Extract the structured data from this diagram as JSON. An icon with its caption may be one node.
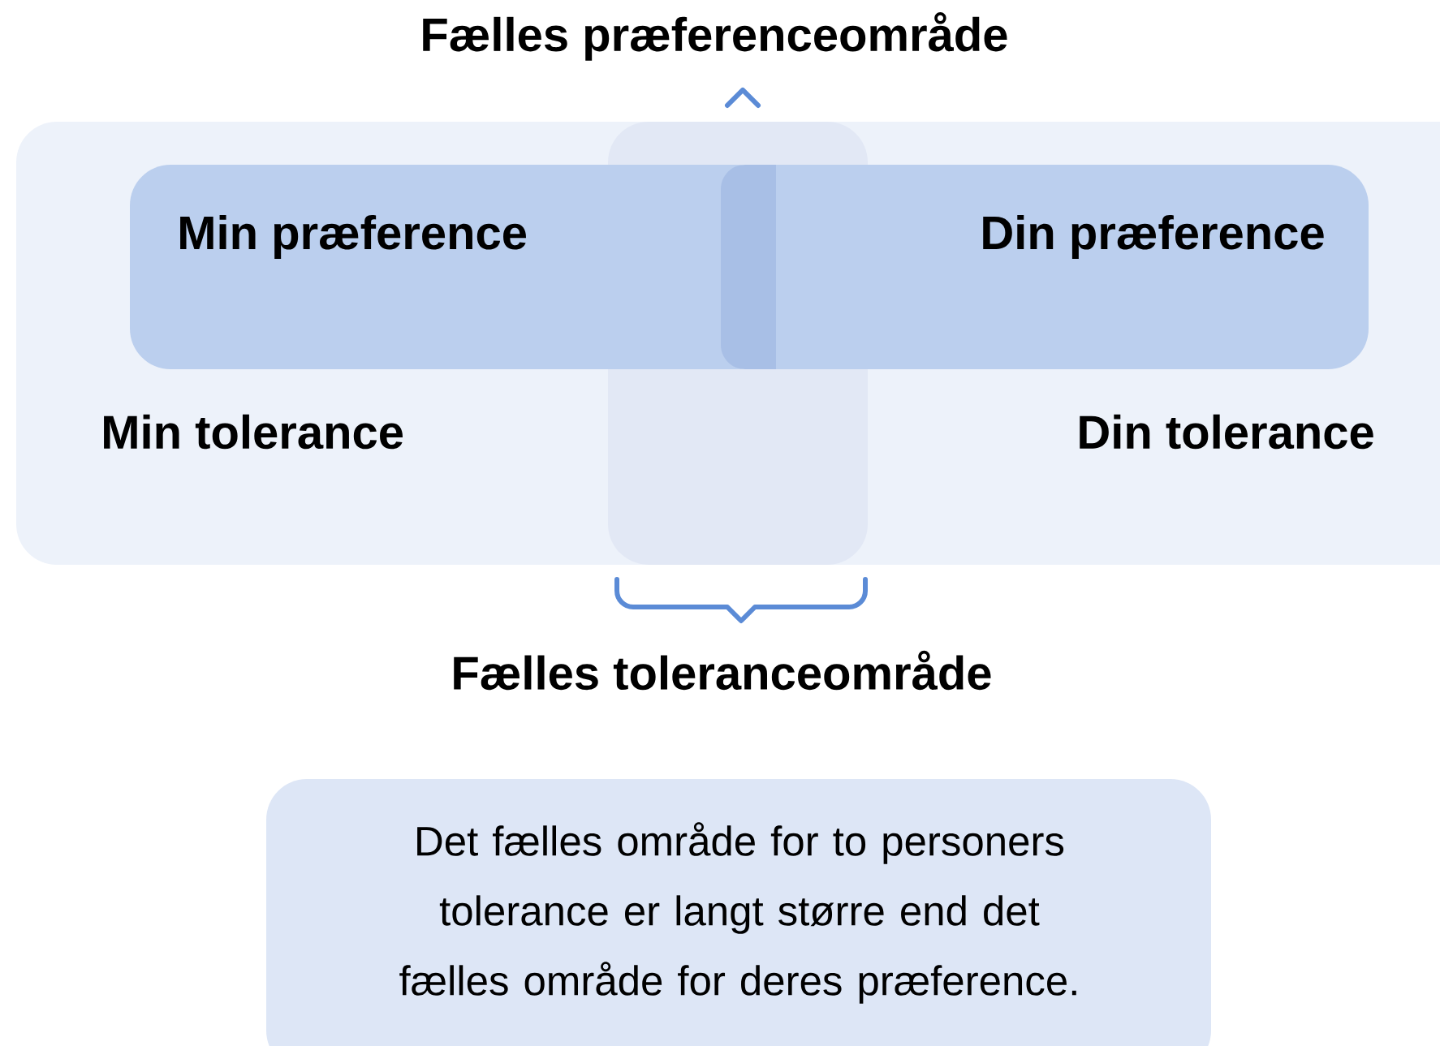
{
  "diagram": {
    "nodes": [
      {
        "text": [
          "Min tolerance"
        ]
      },
      {
        "text": [
          "Din tolerance"
        ]
      },
      {
        "text": [
          "Min præference"
        ],
        "in": 0
      },
      {
        "text": [
          "Din præference"
        ]
      },
      {
        "text": [
          "Det fælles område for to personers tolerance er langt større end det fælles område for deres præference."
        ]
      }
    ],
    "labels": [
      "Fælles præferenceområde",
      "Fælles toleranceområde"
    ]
  }
}
